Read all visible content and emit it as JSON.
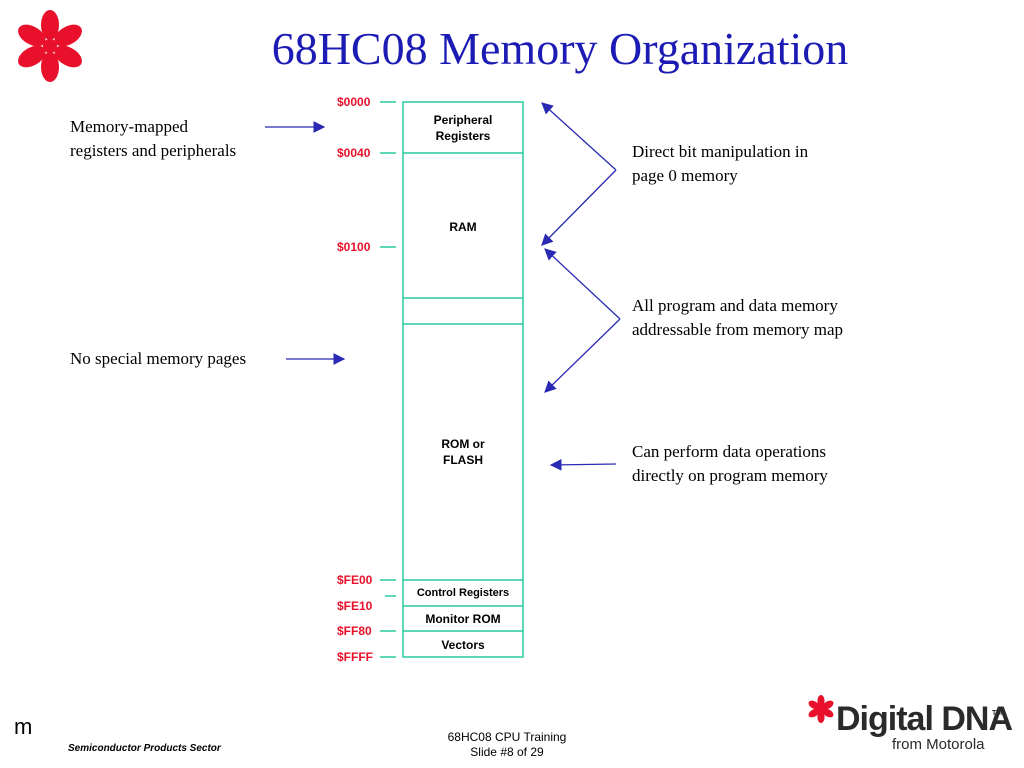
{
  "title": "68HC08 Memory Organization",
  "colors": {
    "title": "#1c1cb4",
    "address": "#e8102a",
    "block_border": "#2bc8a0",
    "arrow": "#2a2ab4",
    "logo": "#e8102a"
  },
  "memory_map": {
    "addresses": [
      "$0000",
      "$0040",
      "$0100",
      "$FE00",
      "$FE10",
      "$FF80",
      "$FFFF"
    ],
    "blocks": [
      {
        "label": "Peripheral\nRegisters"
      },
      {
        "label": "RAM"
      },
      {
        "label": "ROM or\nFLASH"
      },
      {
        "label": "Control Registers"
      },
      {
        "label": "Monitor ROM"
      },
      {
        "label": "Vectors"
      }
    ]
  },
  "notes": {
    "memory_mapped": "Memory-mapped\nregisters and peripherals",
    "no_pages": "No special memory pages",
    "direct_bit": "Direct bit manipulation in\npage 0 memory",
    "all_program": "All program and data memory\naddressable from memory map",
    "data_ops": "Can perform data operations\ndirectly on program memory"
  },
  "footer": {
    "m": "m",
    "sector": "Semiconductor Products Sector",
    "training": "68HC08 CPU Training",
    "slide": "Slide #8 of 29",
    "logo_main": "Digital DNA",
    "logo_tm": "TM",
    "logo_sub": "from Motorola"
  },
  "icons": {
    "top_logo": "red-flower-logo-icon",
    "bottom_logo": "digital-dna-logo-icon"
  }
}
